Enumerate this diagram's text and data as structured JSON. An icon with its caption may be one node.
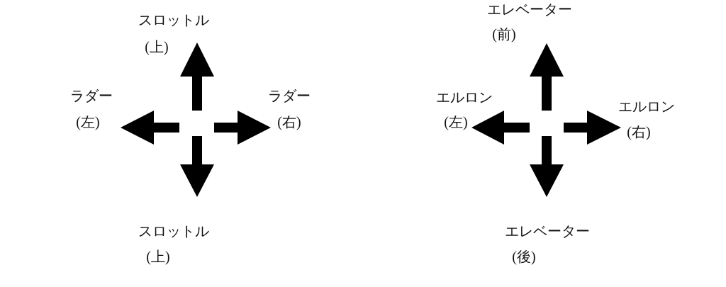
{
  "diagram": {
    "labels": [
      "スロットル",
      "(上)",
      "ラダー",
      "(左)",
      "ラダー",
      "(右)",
      "スロットル",
      "(上)",
      "エレベーター",
      "(前)",
      "エルロン",
      "(左)",
      "エルロン",
      "(右)",
      "エレベーター",
      "(後)"
    ]
  }
}
